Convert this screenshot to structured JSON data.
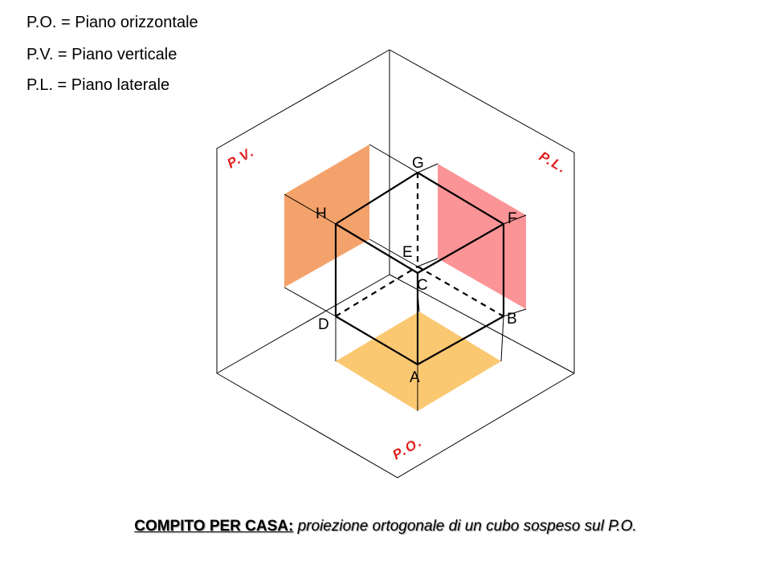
{
  "legend": [
    "P.O. = Piano orizzontale",
    "P.V. = Piano verticale",
    "P.L. = Piano laterale"
  ],
  "planes": {
    "pv": "P.V.",
    "pl": "P.L.",
    "po": "P.O."
  },
  "vertices": {
    "a": "A",
    "b": "B",
    "c": "C",
    "d": "D",
    "e": "E",
    "f": "F",
    "g": "G",
    "h": "H"
  },
  "footer": {
    "label": "COMPITO PER CASA:",
    "task": "proiezione ortogonale di un cubo sospeso sul P.O."
  },
  "colors": {
    "plane_label": "#e0201f",
    "pv_projection": "#f4a26b",
    "pl_projection": "#fb9496",
    "po_projection": "#fbc872"
  }
}
